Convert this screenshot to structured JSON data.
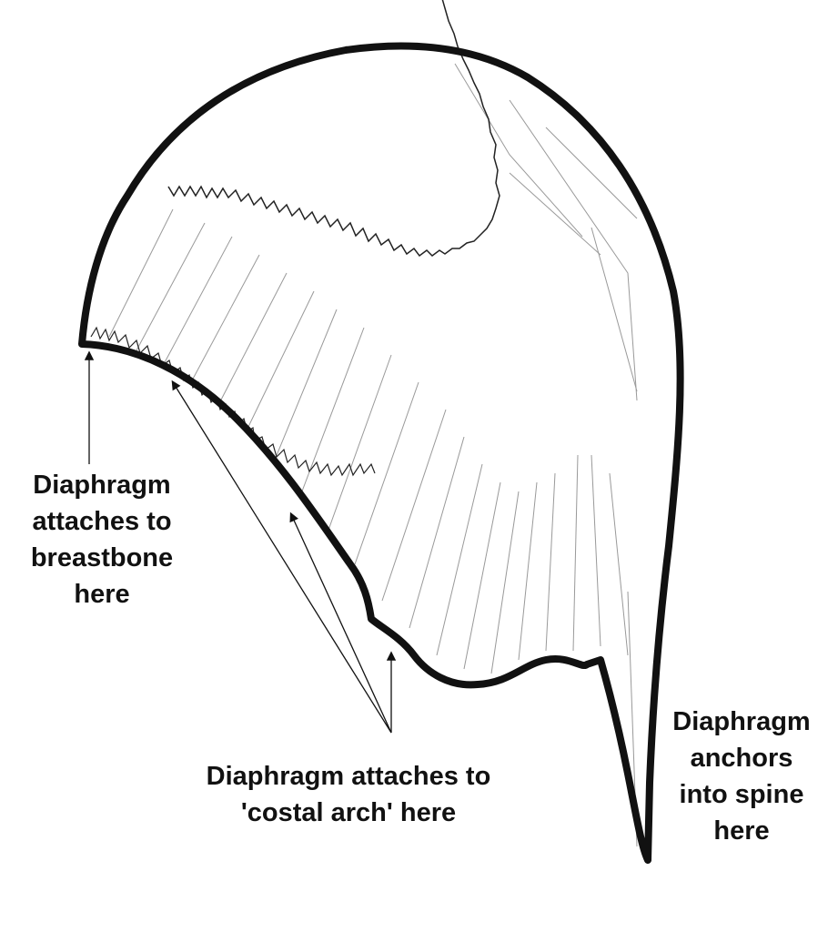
{
  "labels": {
    "breastbone": [
      "Diaphragm",
      "attaches to",
      "breastbone",
      "here"
    ],
    "costal_arch": [
      "Diaphragm attaches to",
      "'costal arch' here"
    ],
    "spine": [
      "Diaphragm",
      "anchors",
      "into spine",
      "here"
    ]
  },
  "colors": {
    "ink": "#111111",
    "background": "#ffffff",
    "sketch": "#888888"
  }
}
